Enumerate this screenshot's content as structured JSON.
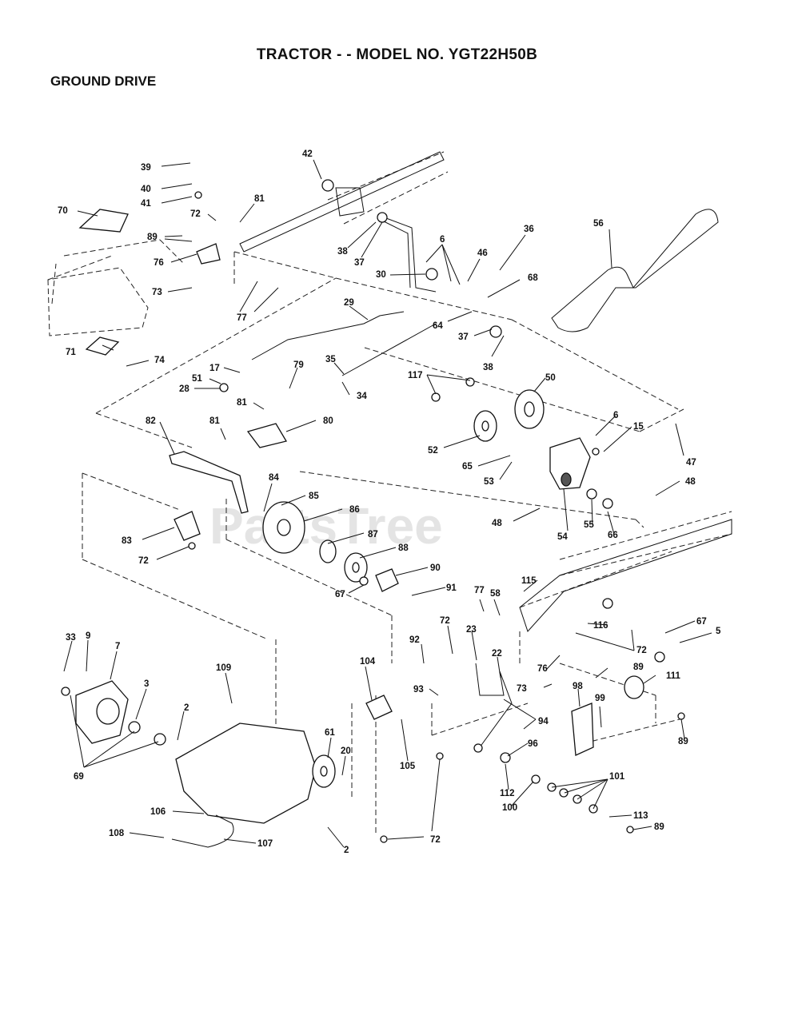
{
  "header": {
    "title": "TRACTOR - - MODEL NO. YGT22H50B",
    "section": "GROUND DRIVE"
  },
  "watermark": "PartsTree",
  "callouts": {
    "c39": "39",
    "c40": "40",
    "c41": "41",
    "c70": "70",
    "c72a": "72",
    "c89a": "89",
    "c76a": "76",
    "c73a": "73",
    "c71": "71",
    "c74": "74",
    "c81a": "81",
    "c77": "77",
    "c42": "42",
    "c38a": "38",
    "c37a": "37",
    "c30": "30",
    "c6a": "6",
    "c46": "46",
    "c36": "36",
    "c68": "68",
    "c56": "56",
    "c29": "29",
    "c64": "64",
    "c37b": "37",
    "c38b": "38",
    "c35": "35",
    "c34": "34",
    "c17": "17",
    "c79": "79",
    "c51": "51",
    "c28": "28",
    "c81b": "81",
    "c80": "80",
    "c117": "117",
    "c50": "50",
    "c52": "52",
    "c6b": "6",
    "c15": "15",
    "c65": "65",
    "c53": "53",
    "c47": "47",
    "c48a": "48",
    "c82": "82",
    "c81c": "81",
    "c84": "84",
    "c85": "85",
    "c86": "86",
    "c87": "87",
    "c88": "88",
    "c90": "90",
    "c67a": "67",
    "c91": "91",
    "c83": "83",
    "c72b": "72",
    "c48b": "48",
    "c54": "54",
    "c55": "55",
    "c66": "66",
    "c115": "115",
    "c77b": "77",
    "c58": "58",
    "c116": "116",
    "c67b": "67",
    "c5": "5",
    "c72c": "72",
    "c72d": "72",
    "c92": "92",
    "c23": "23",
    "c22": "22",
    "c76b": "76",
    "c89b": "89",
    "c111": "111",
    "c73b": "73",
    "c98": "98",
    "c99": "99",
    "c33": "33",
    "c9": "9",
    "c7": "7",
    "c109": "109",
    "c3": "3",
    "c104": "104",
    "c93": "93",
    "c2a": "2",
    "c94": "94",
    "c89c": "89",
    "c61": "61",
    "c20": "20",
    "c105": "105",
    "c96": "96",
    "c69": "69",
    "c112": "112",
    "c101": "101",
    "c100": "100",
    "c106": "106",
    "c113": "113",
    "c89d": "89",
    "c108": "108",
    "c107": "107",
    "c2b": "2",
    "c72e": "72"
  }
}
